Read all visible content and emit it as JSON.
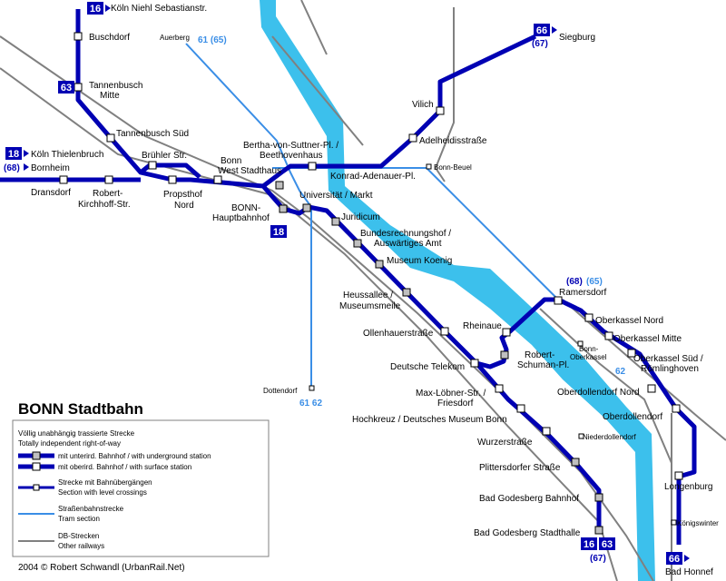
{
  "title": "BONN Stadtbahn",
  "credit": "2004 © Robert Schwandl (UrbanRail.Net)",
  "colors": {
    "stadtbahn": "#0000b3",
    "tram": "#3a8ee6",
    "railway": "#808080",
    "river": "#3cc0ec"
  },
  "legend": {
    "header_line1": "Völlig unabhängig trassierte Strecke",
    "header_line2": "Totally independent right-of-way",
    "underground": "mit unterird. Bahnhof / with underground station",
    "surface": "mit oberird. Bahnhof / with surface station",
    "crossings_line1": "Strecke mit Bahnübergängen",
    "crossings_line2": "Section with level crossings",
    "tram_line1": "Straßenbahnstrecke",
    "tram_line2": "Tram section",
    "db_line1": "DB-Strecken",
    "db_line2": "Other railways"
  },
  "termini": {
    "koeln_niehl": {
      "line": "16",
      "label": "Köln Niehl Sebastianstr."
    },
    "koeln_thielenbruch": {
      "line": "18",
      "label": "Köln Thielenbruch"
    },
    "bornheim": {
      "line": "(68)",
      "label": "Bornheim"
    },
    "siegburg": {
      "line": "66",
      "line2": "(67)",
      "label": "Siegburg"
    },
    "bad_honnef": {
      "line": "66",
      "label": "Bad Honnef"
    },
    "line63_badge": "63",
    "line18_badge": "18",
    "godesberg_16": "16",
    "godesberg_63": "63",
    "godesberg_67": "(67)"
  },
  "tram_labels": {
    "auerberg_lines": "61 (65)",
    "dottendorf_lines": "61  62",
    "ramersdorf_68": "(68)",
    "ramersdorf_65": "(65)",
    "oberkassel_62": "62"
  },
  "stations": {
    "buschdorf": "Buschdorf",
    "tannenbusch_mitte_1": "Tannenbusch",
    "tannenbusch_mitte_2": "Mitte",
    "tannenbusch_sued": "Tannenbusch Süd",
    "dransdorf": "Dransdorf",
    "robert_kirchhoff_1": "Robert-",
    "robert_kirchhoff_2": "Kirchhoff-Str.",
    "bruehler": "Brühler Str.",
    "propsthof_1": "Propsthof",
    "propsthof_2": "Nord",
    "bonn_west_1": "Bonn",
    "bonn_west_2": "West",
    "stadthaus": "Stadthaus",
    "bertha_1": "Bertha-von-Suttner-Pl. /",
    "bertha_2": "Beethovenhaus",
    "konrad": "Konrad-Adenauer-Pl.",
    "auerberg": "Auerberg",
    "vilich": "Vilich",
    "adelheid": "Adelheidisstraße",
    "bonn_beuel": "Bonn-Beuel",
    "hbf_1": "BONN-",
    "hbf_2": "Hauptbahnhof",
    "universitaet": "Universität / Markt",
    "juridicum": "Juridicum",
    "bundesrechnungshof_1": "Bundesrechnungshof /",
    "bundesrechnungshof_2": "Auswärtiges Amt",
    "museum_koenig": "Museum Koenig",
    "heussallee_1": "Heussallee /",
    "heussallee_2": "Museumsmeile",
    "ollenhauer": "Ollenhauerstraße",
    "rheinaue": "Rheinaue",
    "robert_schuman_1": "Robert-",
    "robert_schuman_2": "Schuman-Pl.",
    "deutsche_telekom": "Deutsche Telekom",
    "max_loebner_1": "Max-Löbner-Str. /",
    "max_loebner_2": "Friesdorf",
    "hochkreuz": "Hochkreuz / Deutsches Museum Bonn",
    "wurzer": "Wurzerstraße",
    "plittersdorfer": "Plittersdorfer Straße",
    "godesberg_bf": "Bad Godesberg Bahnhof",
    "godesberg_stadthalle": "Bad Godesberg Stadthalle",
    "dottendorf": "Dottendorf",
    "ramersdorf": "Ramersdorf",
    "oberkassel_nord": "Oberkassel Nord",
    "bonn_oberkassel_1": "Bonn-",
    "bonn_oberkassel_2": "Oberkassel",
    "oberkassel_mitte": "Oberkassel Mitte",
    "oberkassel_sued_1": "Oberkassel Süd /",
    "oberkassel_sued_2": "Römlinghoven",
    "oberdollendorf_nord": "Oberdollendorf Nord",
    "oberdollendorf": "Oberdollendorf",
    "niederdollendorf": "Niederdollendorf",
    "longenburg": "Longenburg",
    "koenigswinter": "Königswinter"
  }
}
